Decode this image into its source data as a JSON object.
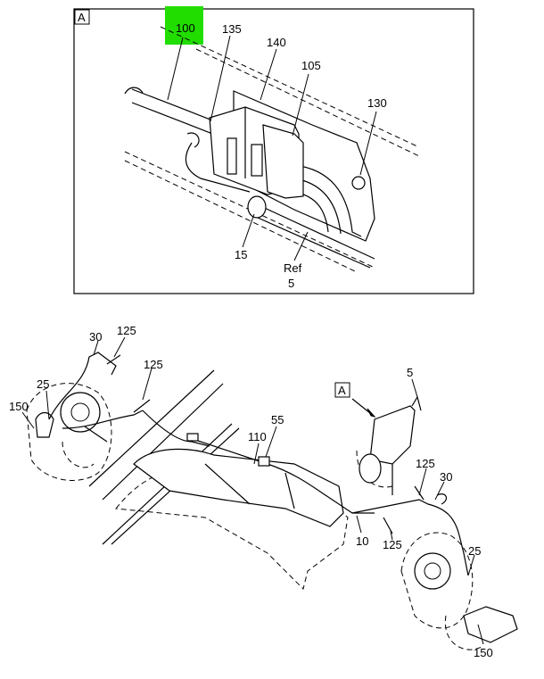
{
  "colors": {
    "highlight": "#22dd00",
    "ink": "#000000",
    "background": "#ffffff"
  },
  "detail": {
    "view_letter": "A",
    "labels": {
      "p100": "100",
      "p135": "135",
      "p140": "140",
      "p105": "105",
      "p130": "130",
      "p15": "15",
      "ref": "Ref",
      "ref5": "5"
    }
  },
  "main": {
    "view_letter": "A",
    "labels": {
      "p30_left": "30",
      "p125_left_a": "125",
      "p125_left_b": "125",
      "p25_left": "25",
      "p150_left": "150",
      "p55": "55",
      "p110": "110",
      "p5": "5",
      "p125_right_a": "125",
      "p30_right": "30",
      "p10": "10",
      "p125_right_b": "125",
      "p25_right": "25",
      "p150_right": "150"
    }
  }
}
